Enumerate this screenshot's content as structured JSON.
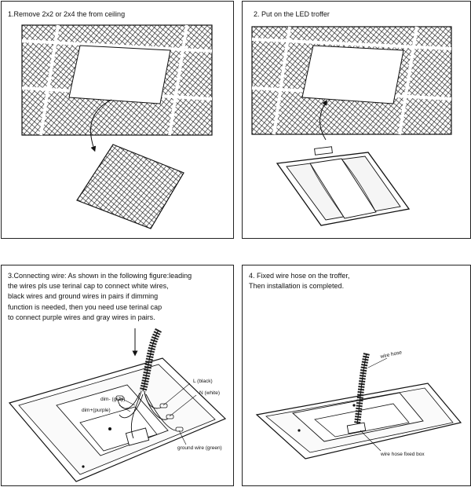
{
  "steps": [
    {
      "caption": "1.Remove 2x2 or 2x4 the from ceiling"
    },
    {
      "caption": "2. Put on the LED troffer"
    },
    {
      "caption_lines": [
        "3.Connecting wire: As shown in the following figure:leading",
        "   the wires pls use terinal cap to connect white wires,",
        "   black wires and ground wires in pairs if dimming",
        "   function is needed, then you need use terinal cap",
        "   to connect purple wires and gray wires in pairs."
      ],
      "labels": {
        "black": "L (black)",
        "white": "N (white)",
        "gray": "dim- (gray)",
        "purple": "dim+(purple)",
        "ground": "ground wire (green)"
      }
    },
    {
      "caption_lines": [
        "4. Fixed wire hose on the troffer,",
        "    Then installation is completed."
      ],
      "labels": {
        "hose": "wire hose",
        "box": "wire hose fixed box"
      }
    }
  ]
}
